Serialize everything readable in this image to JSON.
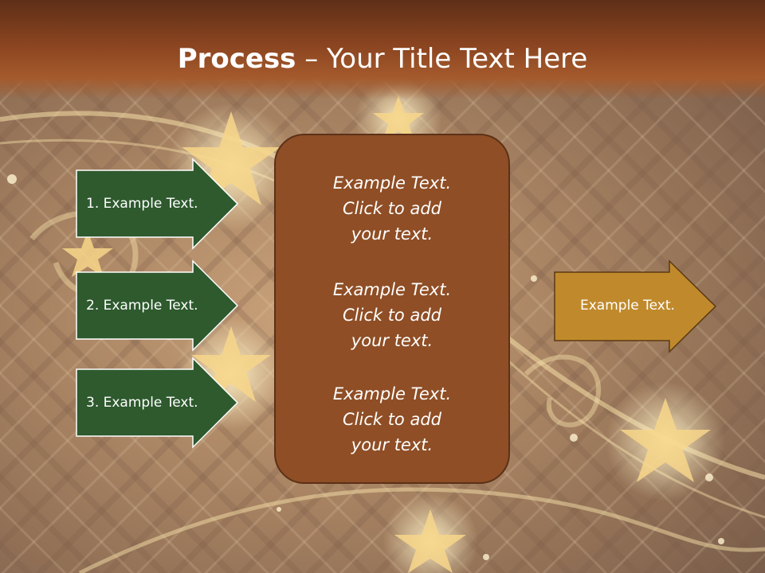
{
  "slide": {
    "title_bold": "Process",
    "title_rest": " – Your Title Text Here"
  },
  "left_arrows": [
    {
      "label": "1. Example Text."
    },
    {
      "label": "2. Example Text."
    },
    {
      "label": "3. Example Text."
    }
  ],
  "center_box": {
    "paragraphs": [
      {
        "line1": "Example Text.",
        "line2": "Click  to add",
        "line3": "your text."
      },
      {
        "line1": "Example Text.",
        "line2": "Click  to add",
        "line3": "your text."
      },
      {
        "line1": "Example Text.",
        "line2": "Click  to add",
        "line3": "your text."
      }
    ]
  },
  "right_arrow": {
    "label": "Example Text."
  },
  "colors": {
    "title_bar": "#8a4420",
    "green_arrow": "#2e5a2e",
    "center_box": "#8f4e25",
    "gold_arrow": "#c08a2c"
  }
}
